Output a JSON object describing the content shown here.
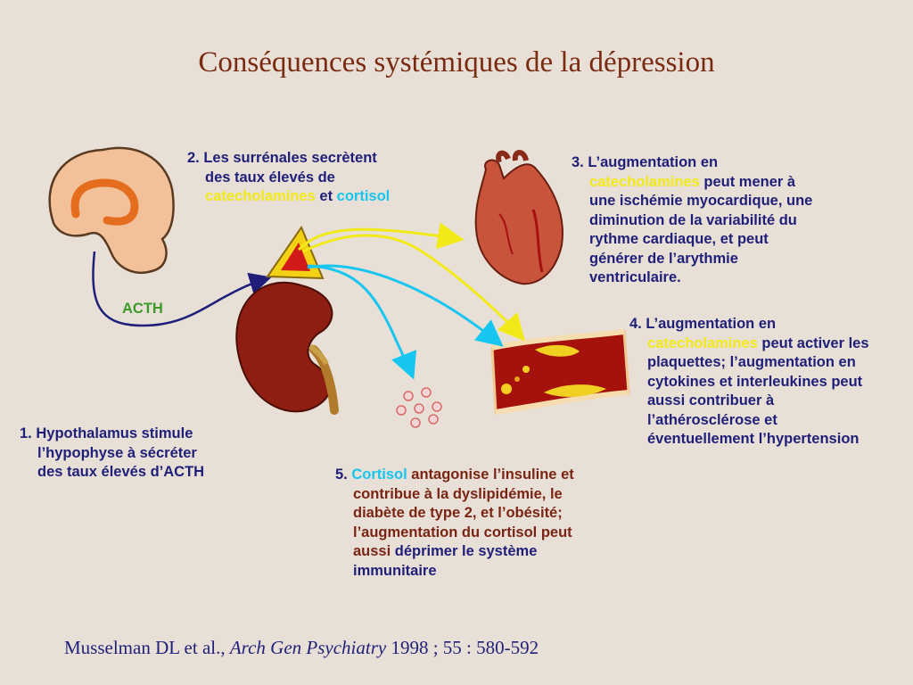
{
  "title": "Conséquences systémiques de la dépression",
  "acth_label": "ACTH",
  "step1": {
    "number": "1.",
    "lines": [
      "Hypothalamus stimule",
      "l’hypophyse à sécréter",
      "des taux élevés d’ACTH"
    ]
  },
  "step2": {
    "line1": "2. Les surrénales secrètent",
    "line2": "des taux élevés de",
    "catecholamines": "catecholamines",
    "and": " et ",
    "cortisol": "cortisol"
  },
  "step3": {
    "line1": "3. L’augmentation en",
    "catecholamines": "catecholamines",
    "line2_rest": " peut mener à",
    "lines": [
      "une ischémie myocardique, une",
      "diminution de la variabilité du",
      "rythme cardiaque, et peut",
      "générer de l’arythmie",
      "ventriculaire."
    ]
  },
  "step4": {
    "line1": "4. L’augmentation en",
    "catecholamines": "catecholamines",
    "line2_rest": " peut activer les",
    "lines": [
      "plaquettes; l’augmentation en",
      "cytokines et interleukines peut",
      "aussi contribuer à",
      "l’athérosclérose et",
      "éventuellement l’hypertension"
    ]
  },
  "step5": {
    "number": "5. ",
    "cortisol": "Cortisol",
    "line1_rest": " antagonise l’insuline et",
    "lines": [
      "contribue à la dyslipidémie, le",
      "diabète de type 2, et l’obésité;",
      "l’augmentation du cortisol peut"
    ],
    "aussi": "aussi",
    "last_rest": " déprimer le système",
    "final": "immunitaire"
  },
  "citation": {
    "authors": "Musselman DL et al., ",
    "journal": "Arch Gen Psychiatry",
    "details": " 1998 ; 55 : 580-592"
  },
  "colors": {
    "background": "#e8e0d6",
    "title": "#7b2a12",
    "text_blue": "#1f1f7a",
    "catecholamine_yellow": "#f2ea18",
    "cortisol_cyan": "#17c6f0",
    "acth_green": "#3b9a2a",
    "step5_red": "#7a2414"
  }
}
